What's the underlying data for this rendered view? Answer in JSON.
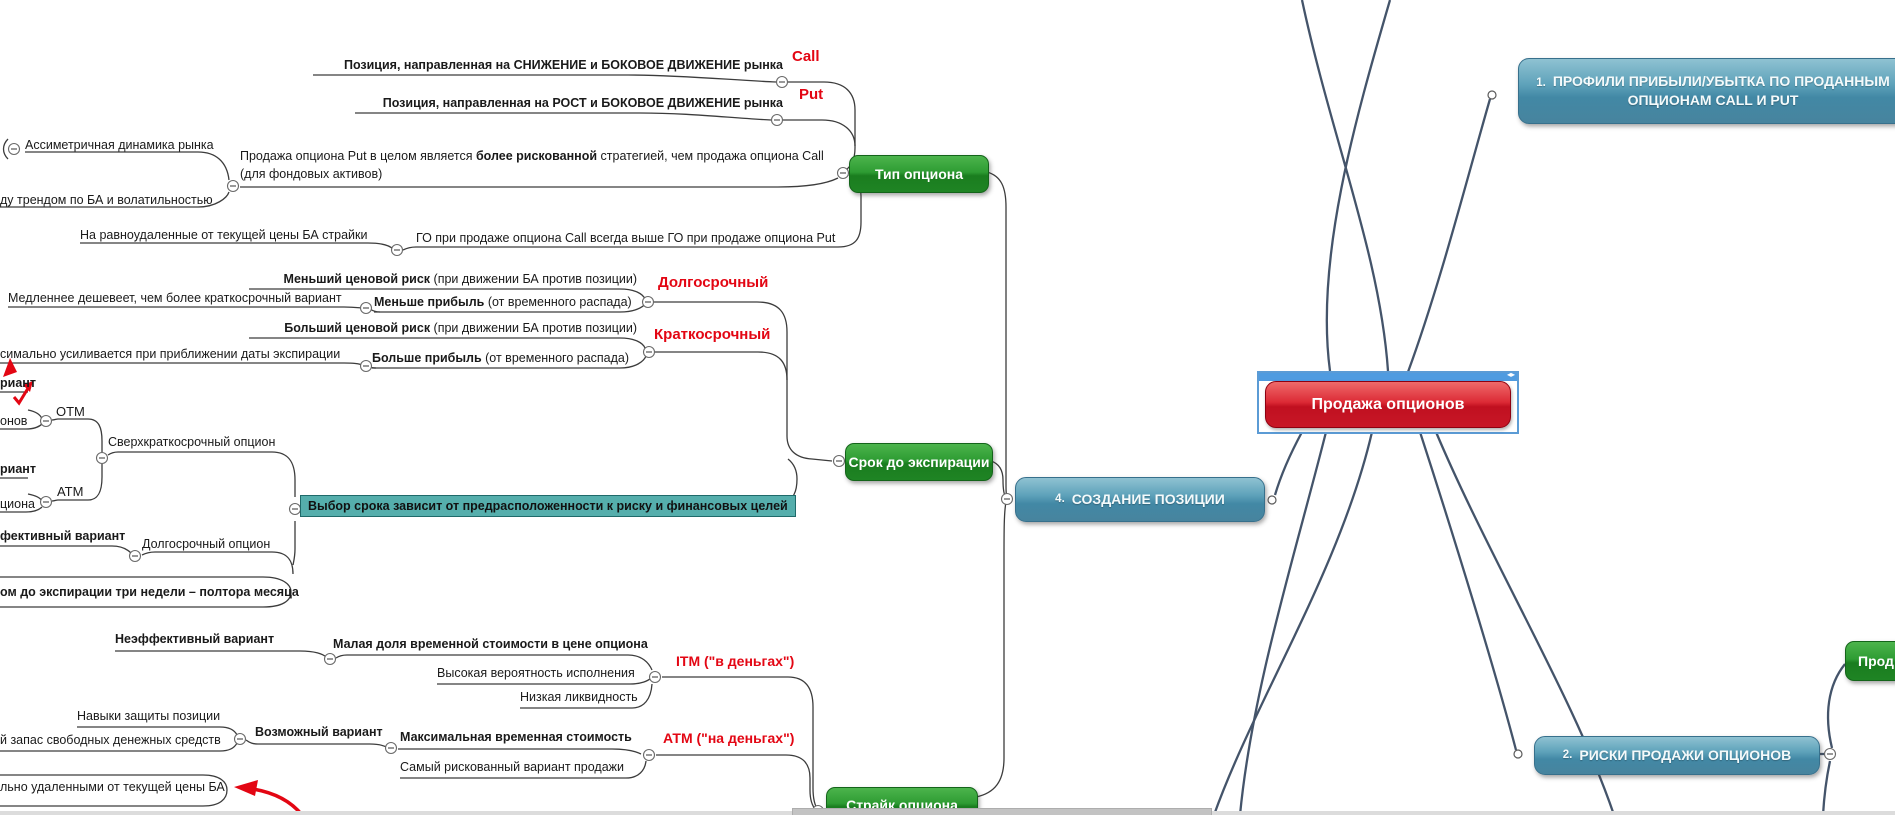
{
  "nodes": {
    "central": {
      "label": "Продажа опционов"
    },
    "profili": {
      "num": "1.",
      "label": "ПРОФИЛИ ПРИБЫЛИ/УБЫТКА ПО ПРОДАННЫМ ОПЦИОНАМ CALL И PUT"
    },
    "riski": {
      "num": "2.",
      "label": "РИСКИ ПРОДАЖИ ОПЦИОНОВ"
    },
    "sozdanie": {
      "num": "4.",
      "label": "СОЗДАНИЕ ПОЗИЦИИ"
    },
    "pro_cut": {
      "label": "Прод"
    },
    "tip": {
      "label": "Тип опциона"
    },
    "srok": {
      "label": "Срок до экспирации"
    },
    "strike": {
      "label": "Страйк опциона"
    },
    "vybor": {
      "label": "Выбор срока зависит от предрасположенности к риску и финансовых целей"
    }
  },
  "labels": {
    "pos_call": {
      "b": "Позиция, направленная на СНИЖЕНИЕ и БОКОВОЕ ДВИЖЕНИЕ рынка"
    },
    "call": {
      "n": "Call"
    },
    "pos_put": {
      "b": "Позиция, направленная на РОСТ и БОКОВОЕ ДВИЖЕНИЕ рынка"
    },
    "put": {
      "n": "Put"
    },
    "put_riskier": {
      "n1": "Продажа опциона Put в целом является ",
      "b": "более рискованной",
      "n2": " стратегией, чем продажа опциона Call",
      "line2": "(для фондовых активов)"
    },
    "asym": {
      "n": "Ассиметричная динамика рынка"
    },
    "trend_cut": {
      "n": "ду трендом по БА и волатильностью"
    },
    "equidistant": {
      "n": "На равноудаленные от текущей цены БА страйки"
    },
    "go_note": {
      "n": "ГО при продаже  опциона Call всегда выше ГО при продаже  опциона Put"
    },
    "smaller_risk": {
      "b": "Меньший ценовой риск",
      "n": " (при движении БА против позиции)"
    },
    "dolgosrochny": {
      "n": "Долгосрочный"
    },
    "slower": {
      "n": "Медленнее дешевеет, чем более краткосрочный вариант"
    },
    "less_profit": {
      "b": "Меньше прибыль",
      "n": " (от временного распада)"
    },
    "bigger_risk": {
      "b": "Больший ценовой риск",
      "n": " (при движении БА против позиции)"
    },
    "kratkosrochny": {
      "n": "Краткосрочный"
    },
    "max_strength": {
      "n": "симально усиливается при приближении даты экспирации"
    },
    "more_profit": {
      "b": "Больше прибыль",
      "n": " (от временного распада)"
    },
    "riant1": {
      "b": "риант"
    },
    "onov": {
      "n": "онов"
    },
    "otm": {
      "n": "ОТМ"
    },
    "sverh": {
      "n": "Сверхкраткосрочный опцион"
    },
    "riant2": {
      "b": "риант"
    },
    "atm": {
      "n": "АТМ"
    },
    "ciona": {
      "n": "циона"
    },
    "fektivny": {
      "b": "фективный вариант"
    },
    "dolgo_opcion": {
      "n": "Долгосрочный опцион"
    },
    "om_do": {
      "b": "ом до экспирации три недели – полтора месяца"
    },
    "neeff": {
      "b": "Неэффективный вариант"
    },
    "malaya": {
      "b": "Малая доля временной стоимости в цене опциона"
    },
    "vysokaya": {
      "n": "Высокая вероятность исполнения"
    },
    "nizkaya": {
      "n": "Низкая ликвидность"
    },
    "itm": {
      "n": "ITM (\"в деньгах\")"
    },
    "navyki": {
      "n": "Навыки защиты позиции"
    },
    "zapas": {
      "n": "й запас свободных денежных средств"
    },
    "vozmozhny": {
      "b": "Возможный вариант"
    },
    "maks_vrem": {
      "b": "Максимальная временная стоимость"
    },
    "samy_risk": {
      "n": "Самый рискованный вариант продажи"
    },
    "atm_dengah": {
      "n": "АТМ (\"на деньгах\")"
    },
    "udalennymi": {
      "n": "льно удаленными от текущей цены БА"
    }
  },
  "icons": {
    "collapse": "−",
    "resize_arrows": "◂▸"
  },
  "colors": {
    "node_green": "#2e9c33",
    "node_blue": "#4a90ac",
    "node_red": "#c81727",
    "highlight_teal": "#55aeac",
    "selection_blue": "#5b9bd5",
    "label_red": "#e30613",
    "connector_slate": "#44546a",
    "branch_line": "#3c3c3c"
  }
}
